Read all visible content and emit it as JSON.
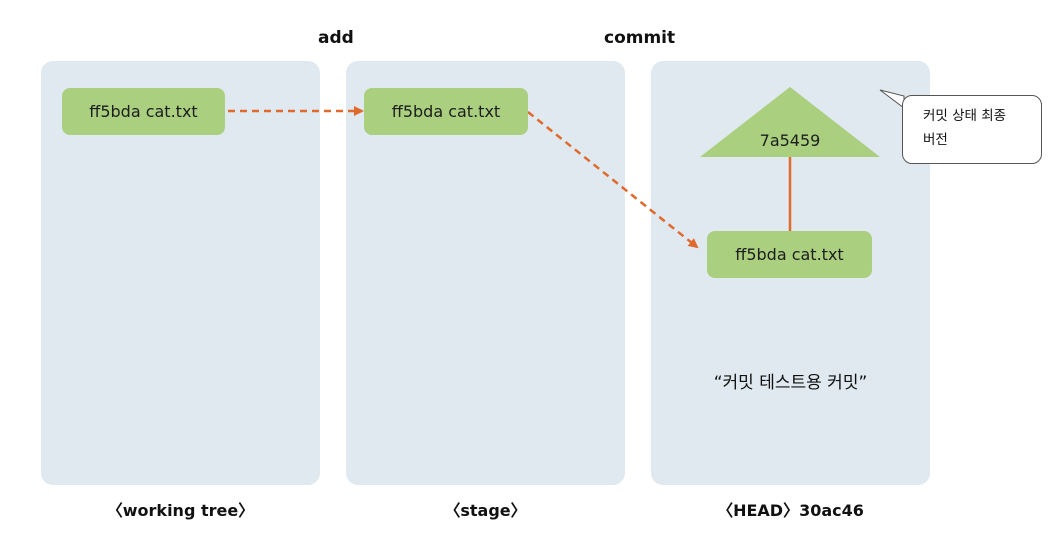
{
  "operations": {
    "add": "add",
    "commit": "commit"
  },
  "panels": {
    "working_tree": {
      "caption": "〈working tree〉",
      "file": "ff5bda cat.txt"
    },
    "stage": {
      "caption": "〈stage〉",
      "file": "ff5bda cat.txt"
    },
    "head": {
      "caption": "〈HEAD〉30ac46",
      "tree": "7a5459",
      "file": "ff5bda cat.txt",
      "commit_message": "“커밋 테스트용 커밋”"
    }
  },
  "callout": {
    "line1": "커밋 상태 최종",
    "line2": "버전"
  },
  "colors": {
    "panel_bg": "#dfe9ef",
    "file_box": "#a9cf7f",
    "tree_triangle": "#a9cf7f",
    "arrow": "#e06a2c"
  }
}
